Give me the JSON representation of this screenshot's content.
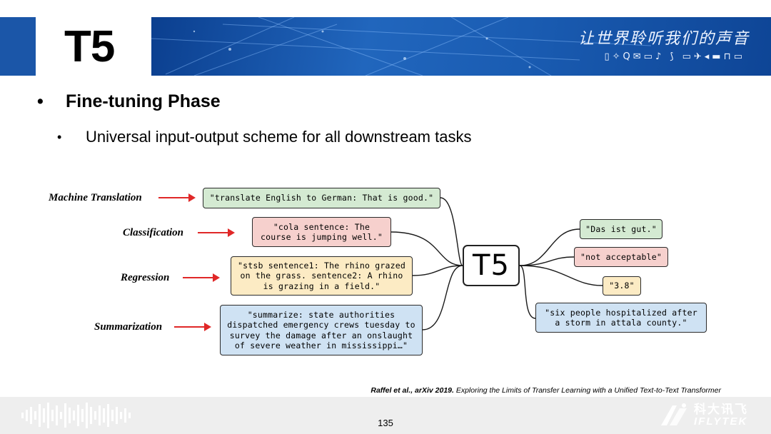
{
  "header": {
    "title": "T5",
    "slogan": "让世界聆听我们的声音"
  },
  "bullets": {
    "level1": "Fine-tuning Phase",
    "level2": "Universal input-output scheme for all downstream tasks",
    "marker": "•"
  },
  "tasks": [
    {
      "label": "Machine Translation",
      "input": "\"translate English to German: That is good.\"",
      "color": "#d4ead2"
    },
    {
      "label": "Classification",
      "input": "\"cola sentence: The\ncourse is jumping well.\"",
      "color": "#f6d0cd"
    },
    {
      "label": "Regression",
      "input": "\"stsb sentence1: The rhino grazed\non the grass. sentence2: A rhino\nis grazing in a field.\"",
      "color": "#fcebc4"
    },
    {
      "label": "Summarization",
      "input": "\"summarize: state authorities\ndispatched emergency crews tuesday to\nsurvey the damage after an onslaught\nof severe weather in mississippi…\"",
      "color": "#cfe2f3"
    }
  ],
  "model": "T5",
  "outputs": [
    "\"Das ist gut.\"",
    "\"not acceptable\"",
    "\"3.8\"",
    "\"six people hospitalized after\na storm in attala county.\""
  ],
  "citation": {
    "authors": "Raffel et al., arXiv 2019.",
    "title": "Exploring the Limits of Transfer Learning with a Unified Text-to-Text Transformer"
  },
  "footer": {
    "page_number": "135",
    "logo_cn": "科大讯飞",
    "logo_en": "IFLYTEK"
  }
}
